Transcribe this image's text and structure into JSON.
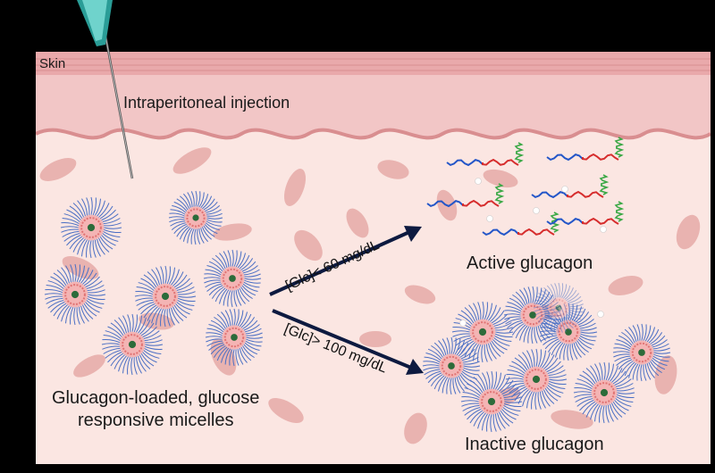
{
  "labels": {
    "skin": "Skin",
    "injection": "Intraperitoneal injection",
    "micelles_line1": "Glucagon-loaded, glucose",
    "micelles_line2": "responsive micelles",
    "low_glucose": "[Glc]< 60 mg/dL",
    "high_glucose": "[Glc]> 100 mg/dL",
    "active": "Active glucagon",
    "inactive": "Inactive glucagon"
  },
  "colors": {
    "background": "#000000",
    "skin_layer": "#f2c6c6",
    "tissue": "#fbe6e2",
    "blood_cell": "#e9b3b0",
    "micelle_corona": "#4a6fc4",
    "micelle_core": "#e07474",
    "glucagon_helix": "#3aa845",
    "chain_blue": "#2456c8",
    "chain_red": "#d62d2d",
    "arrow": "#0d1a40"
  }
}
